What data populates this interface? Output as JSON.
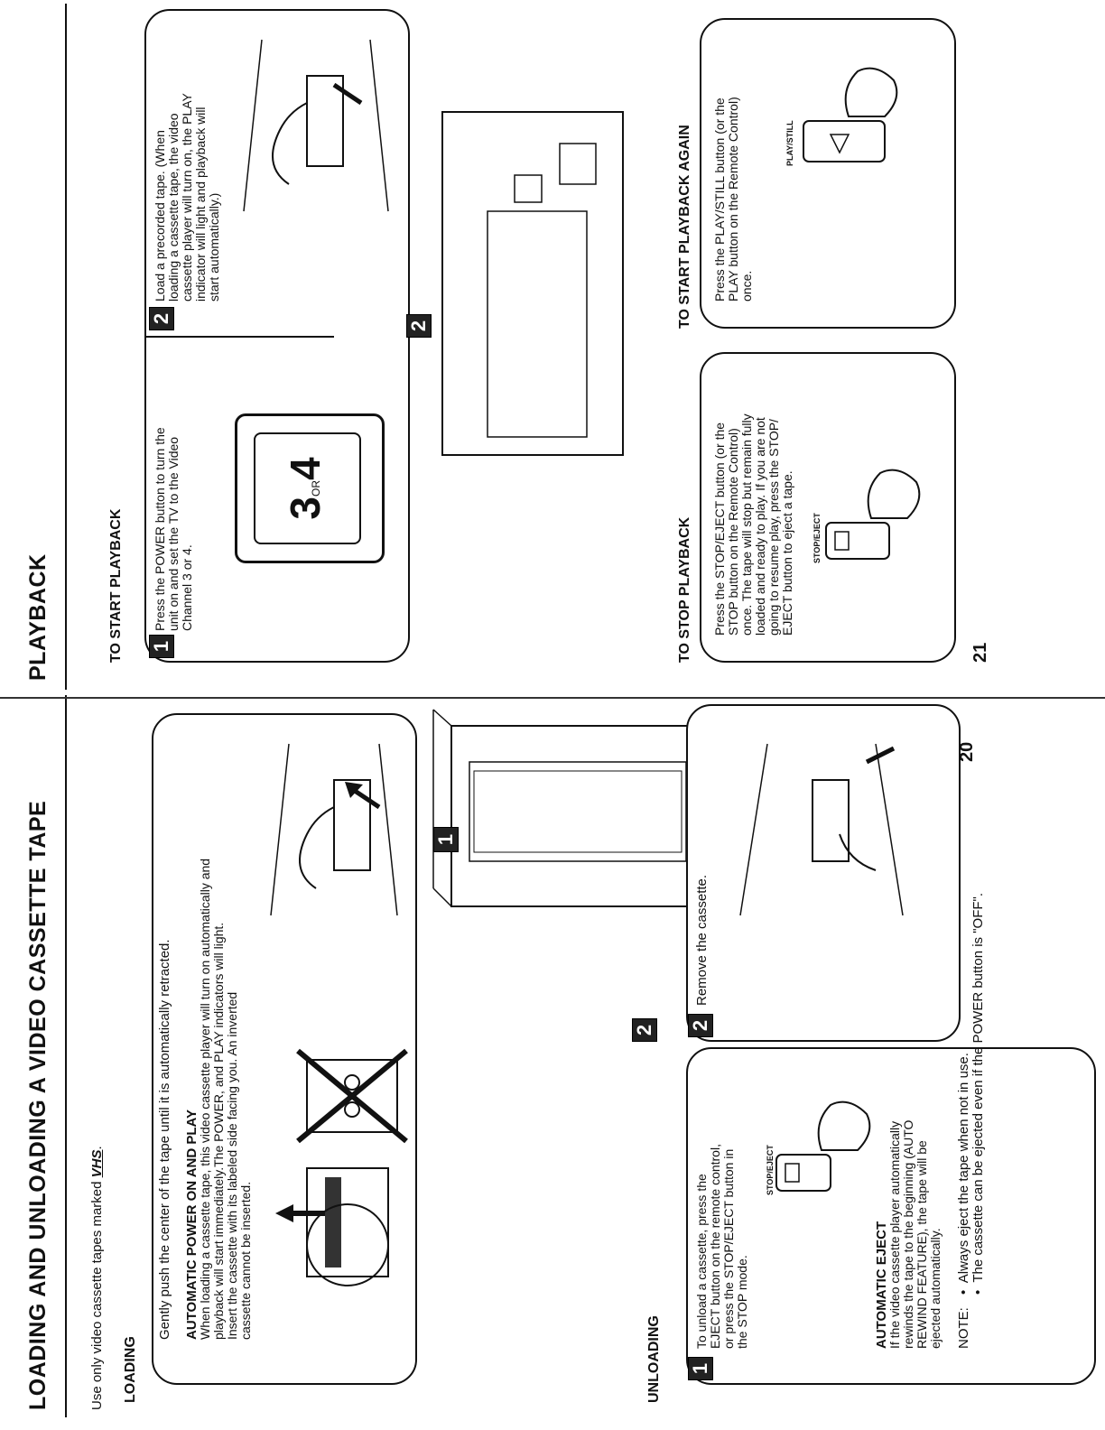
{
  "left": {
    "title": "LOADING AND UNLOADING A VIDEO CASSETTE TAPE",
    "intro_prefix": "Use only video cassette tapes marked",
    "vhs_logo": "VHS",
    "intro_suffix": ".",
    "loading_heading": "LOADING",
    "loading_line": "Gently push the center of the tape until it is automatically retracted.",
    "auto_power_heading": "AUTOMATIC POWER ON AND PLAY",
    "auto_power_lines": [
      "When loading a cassette tape, this video cassette player will  turn on automatically and",
      "playback will start immediately.The POWER, and PLAY indicators will light.",
      "Insert the cassette with its labeled side facing you.  An inverted",
      "cassette cannot be inserted."
    ],
    "unloading_heading": "UNLOADING",
    "unload_step1_lines": [
      "To unload a cassette, press the",
      "EJECT button on the remote control,",
      "or press the STOP/EJECT button in",
      "the STOP mode."
    ],
    "stop_eject_label": "STOP/EJECT",
    "auto_eject_heading": "AUTOMATIC EJECT",
    "auto_eject_lines": [
      "If the video cassette player automatically",
      "rewinds the tape to the beginning (AUTO",
      "REWIND FEATURE), the tape will be",
      "ejected automatically."
    ],
    "unload_step2": "Remove the cassette.",
    "note_label": "NOTE:",
    "notes": [
      "Always eject the tape when not in use.",
      "The cassette can be ejected even if the POWER button is \"OFF\"."
    ],
    "page_number": "20",
    "step_markers": [
      "1",
      "2"
    ]
  },
  "right": {
    "title": "PLAYBACK",
    "start_heading": "TO START PLAYBACK",
    "step1_lines": [
      "Press the POWER button to turn the",
      "unit on and set the TV to the Video",
      "Channel 3 or 4."
    ],
    "tv_screen": {
      "a": "3",
      "or": "OR",
      "b": "4"
    },
    "step2_lines": [
      "Load a precorded tape. (When",
      "loading a cassette tape, the video",
      "cassette player will turn on, the PLAY",
      "indicator will light and playback will",
      "start automatically.)"
    ],
    "stop_heading": "TO STOP PLAYBACK",
    "stop_lines": [
      "Press the STOP/EJECT button (or the",
      "STOP button on the Remote Control)",
      "once. The tape will stop but remain fully",
      "loaded and ready to play. If you are not",
      "going to resume play, press the STOP/",
      "EJECT button to eject a tape."
    ],
    "stop_eject_label": "STOP/EJECT",
    "again_heading": "TO START PLAYBACK AGAIN",
    "again_lines": [
      "Press the PLAY/STILL button (or the",
      "PLAY button on the Remote Control)",
      "once."
    ],
    "play_still_label": "PLAY/STILL",
    "page_number": "21"
  }
}
